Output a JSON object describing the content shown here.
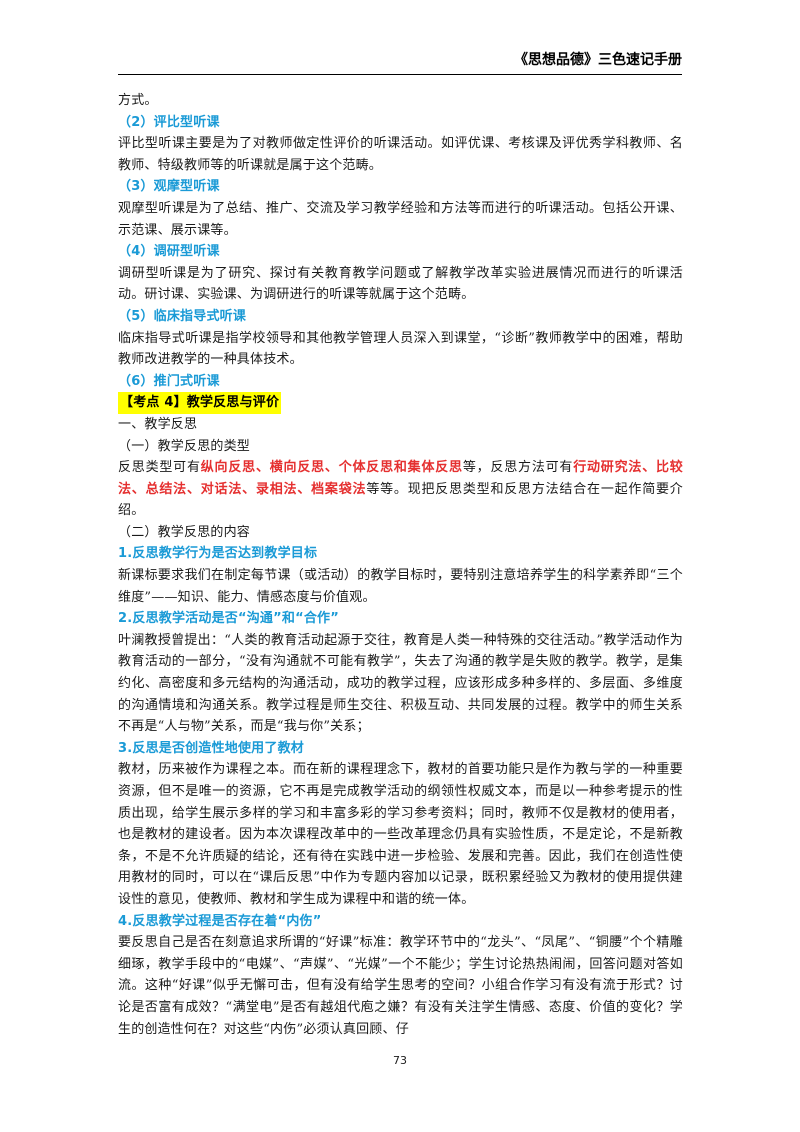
{
  "header": {
    "title": "《思想品德》三色速记手册"
  },
  "lines": {
    "l01": "方式。",
    "h02": "（2）评比型听课",
    "p03": "评比型听课主要是为了对教师做定性评价的听课活动。如评优课、考核课及评优秀学科教师、名教师、特级教师等的听课就是属于这个范畴。",
    "h04": "（3）观摩型听课",
    "p05": "观摩型听课是为了总结、推广、交流及学习教学经验和方法等而进行的听课活动。包括公开课、示范课、展示课等。",
    "h06": "（4）调研型听课",
    "p07": "调研型听课是为了研究、探讨有关教育教学问题或了解教学改革实验进展情况而进行的听课活动。研讨课、实验课、为调研进行的听课等就属于这个范畴。",
    "h08": "（5）临床指导式听课",
    "p09": "临床指导式听课是指学校领导和其他教学管理人员深入到课堂，“诊断”教师教学中的困难，帮助教师改进教学的一种具体技术。",
    "h10": "（6）推门式听课",
    "k11": "【考点 4】教学反思与评价",
    "s12": "一、教学反思",
    "s13": "（一）教学反思的类型",
    "p14a": "反思类型可有",
    "p14b": "纵向反思、横向反思、个体反思和集体反思",
    "p14c": "等，反思方法可有",
    "p14d": "行动研究法、比较法、总结法、对话法、录相法、档案袋法",
    "p14e": "等等。现把反思类型和反思方法结合在一起作简要介绍。",
    "s15": "（二）教学反思的内容",
    "h16": "1.反思教学行为是否达到教学目标",
    "p17": "新课标要求我们在制定每节课（或活动）的教学目标时，要特别注意培养学生的科学素养即“三个维度”——知识、能力、情感态度与价值观。",
    "h18": "2.反思教学活动是否“沟通”和“合作”",
    "p19": "叶澜教授曾提出：“人类的教育活动起源于交往，教育是人类一种特殊的交往活动。”教学活动作为教育活动的一部分，“没有沟通就不可能有教学”，失去了沟通的教学是失败的教学。教学，是集约化、高密度和多元结构的沟通活动，成功的教学过程，应该形成多种多样的、多层面、多维度的沟通情境和沟通关系。教学过程是师生交往、积极互动、共同发展的过程。教学中的师生关系不再是“人与物”关系，而是“我与你”关系；",
    "h20": "3.反思是否创造性地使用了教材",
    "p21": "教材，历来被作为课程之本。而在新的课程理念下，教材的首要功能只是作为教与学的一种重要资源，但不是唯一的资源，它不再是完成教学活动的纲领性权威文本，而是以一种参考提示的性质出现，给学生展示多样的学习和丰富多彩的学习参考资料；同时，教师不仅是教材的使用者，也是教材的建设者。因为本次课程改革中的一些改革理念仍具有实验性质，不是定论，不是新教条，不是不允许质疑的结论，还有待在实践中进一步检验、发展和完善。因此，我们在创造性使用教材的同时，可以在“课后反思”中作为专题内容加以记录，既积累经验又为教材的使用提供建设性的意见，使教师、教材和学生成为课程中和谐的统一体。",
    "h22": "4.反思教学过程是否存在着“内伤”",
    "p23": "要反思自己是否在刻意追求所谓的“好课”标准：教学环节中的“龙头”、“凤尾”、“铜腰”个个精雕细琢，教学手段中的“电媒”、“声媒”、“光媒”一个不能少；学生讨论热热闹闹，回答问题对答如流。这种“好课”似乎无懈可击，但有没有给学生思考的空间？小组合作学习有没有流于形式？讨论是否富有成效？“满堂电”是否有越俎代庖之嫌？有没有关注学生情感、态度、价值的变化？学生的创造性何在？对这些“内伤”必须认真回顾、仔"
  },
  "page_number": "73"
}
